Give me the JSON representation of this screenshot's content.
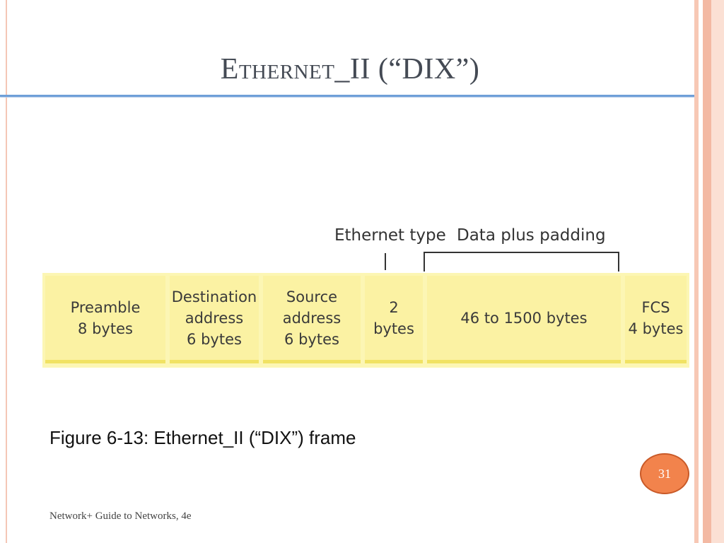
{
  "slide": {
    "title": "Ethernet_II (“DIX”)",
    "caption": "Figure 6-13: Ethernet_II (“DIX”) frame",
    "page_number": "31",
    "footer": "Network+ Guide to Networks, 4e"
  },
  "diagram": {
    "labels": {
      "ethernet_type": "Ethernet type",
      "data_padding": "Data plus padding"
    },
    "fields": [
      {
        "line1": "Preamble",
        "line2": "8 bytes",
        "line3": ""
      },
      {
        "line1": "Destination",
        "line2": "address",
        "line3": "6 bytes"
      },
      {
        "line1": "Source",
        "line2": "address",
        "line3": "6 bytes"
      },
      {
        "line1": "2",
        "line2": "bytes",
        "line3": ""
      },
      {
        "line1": "46 to 1500 bytes",
        "line2": "",
        "line3": ""
      },
      {
        "line1": "FCS",
        "line2": "4 bytes",
        "line3": ""
      }
    ]
  },
  "colors": {
    "title_rule": "#6f9fd8",
    "field_fill": "#fbf2a3",
    "badge": "#f2834c"
  }
}
